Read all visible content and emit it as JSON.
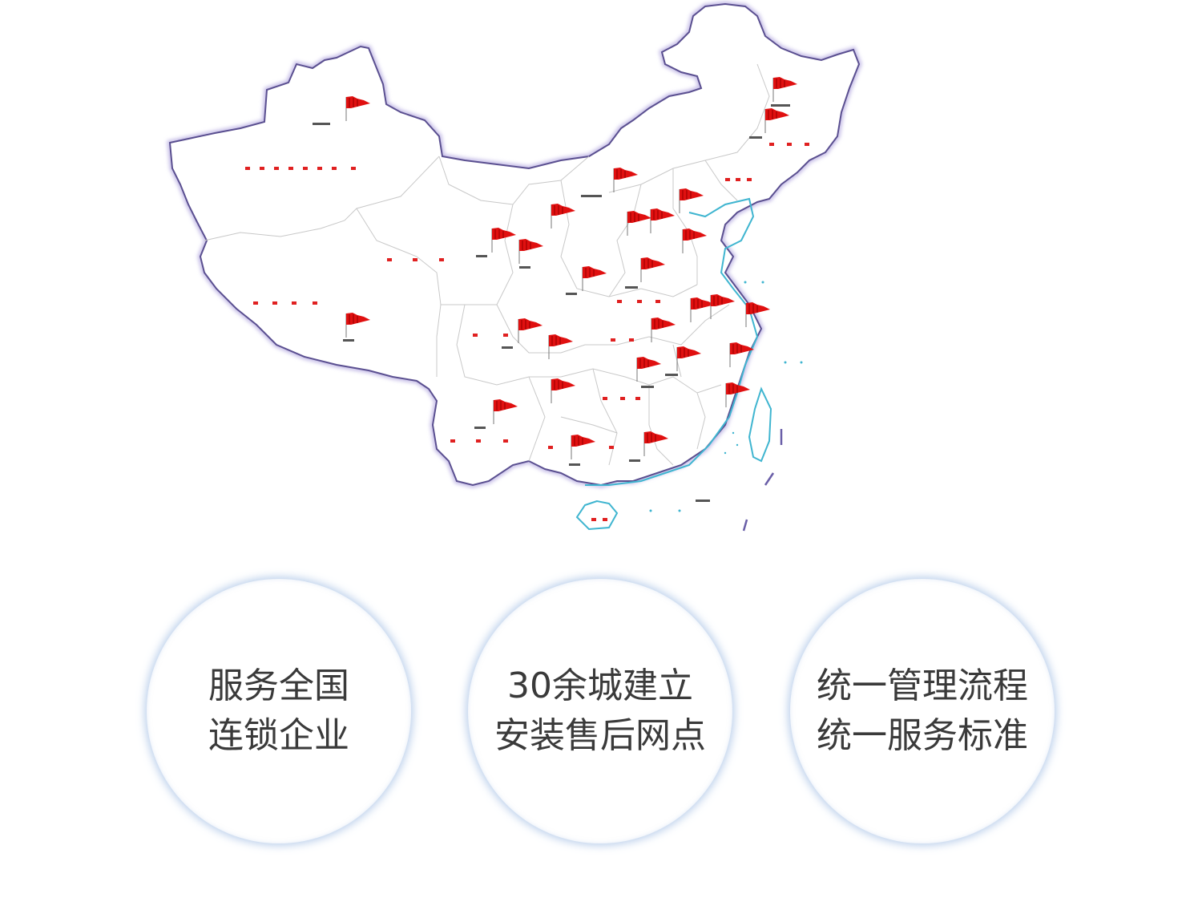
{
  "map": {
    "name": "china-service-network-map",
    "colors": {
      "border": "#7b6fb0",
      "border_glow": "#c8c0e8",
      "province_line": "#c8c8c8",
      "coast": "#3fb5d0",
      "flag": "#e01010",
      "label": "#e02020"
    }
  },
  "features": [
    {
      "lines": [
        "服务全国",
        "连锁企业"
      ]
    },
    {
      "lines": [
        "30余城建立",
        "安装售后网点"
      ]
    },
    {
      "lines": [
        "统一管理流程",
        "统一服务标准"
      ]
    }
  ],
  "style": {
    "text_color": "#3a3a3a",
    "circle_shadow": "#aac3e6"
  }
}
